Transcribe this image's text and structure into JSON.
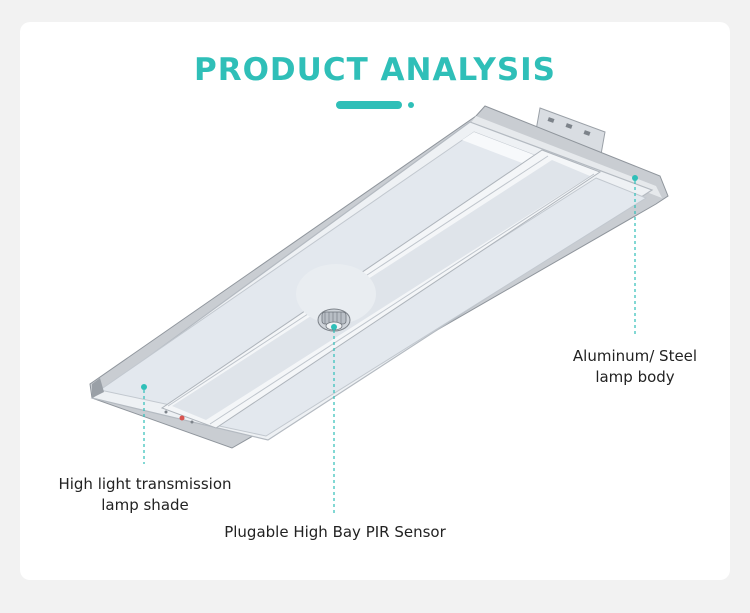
{
  "header": {
    "title": "PRODUCT ANALYSIS"
  },
  "callouts": {
    "body": {
      "line1": "Aluminum/ Steel",
      "line2": "lamp body"
    },
    "shade": {
      "line1": "High light transmission",
      "line2": "lamp shade"
    },
    "sensor": {
      "line1": "Plugable High Bay PIR Sensor"
    }
  },
  "colors": {
    "accent": "#2fbfb8",
    "card": "#ffffff",
    "background": "#f2f2f2",
    "text": "#222222"
  }
}
